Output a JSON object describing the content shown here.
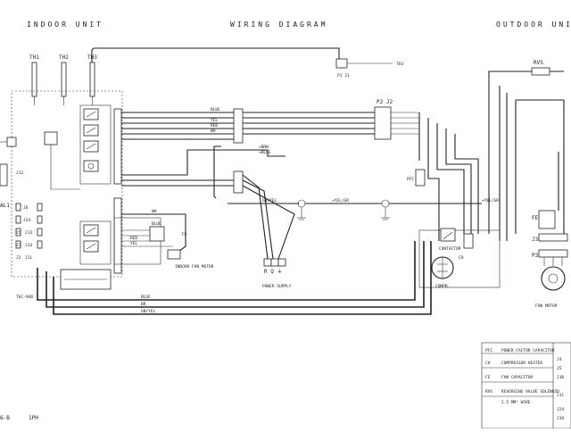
{
  "header": {
    "indoor_unit": "INDOOR UNIT",
    "title": "WIRING DIAGRAM",
    "outdoor_unit": "OUTDOOR UNIT"
  },
  "thermistors": {
    "th1": "TH1",
    "th2": "TH2",
    "th3": "TH3",
    "th3_right": "TH3",
    "p1j1": "P1 J1"
  },
  "indoor": {
    "board": "TAC-940",
    "p2j2": "P2 J2",
    "al1": "AL1",
    "j12": "J12",
    "fan_motor_label": "INDOOR FAN MOTOR",
    "cap_label": "FC",
    "left_j": [
      "J6",
      "J24",
      "J5",
      "J13",
      "J7",
      "J14",
      "J2",
      "J11"
    ]
  },
  "wire_labels": {
    "blue": "BLUE",
    "yel": "YEL",
    "red": "RED",
    "wh": "WH",
    "br": "BR",
    "gn_yel": "GN/YEL",
    "yel_gr": "+YEL/GR",
    "brn": "+BRN",
    "blue_short": "+BLUE"
  },
  "power_supply": {
    "terminals": "R Q ⏚",
    "label": "POWER SUPPLY"
  },
  "outdoor": {
    "rvs": "RVS",
    "pfc": "PFC",
    "fe": "FE",
    "j3": "J3",
    "p3": "P3",
    "contactor": "CONTACTOR",
    "ch_label": "CH",
    "compressor": "COMPR.",
    "fan_motor": "FAN MOTOR"
  },
  "legend": [
    {
      "code": "PFC",
      "desc": "POWER FACTOR CAPACITOR"
    },
    {
      "code": "CH",
      "desc": "COMPRESSOR HEATER"
    },
    {
      "code": "FE",
      "desc": "FAN CAPACITOR"
    },
    {
      "code": "RVS",
      "desc": "REVERSING VALVE SOLENOID"
    },
    {
      "code": "",
      "desc": "2.5 MM² WIRE"
    }
  ],
  "legend_right": [
    "J4",
    "J5",
    "J10",
    "J11",
    "J24",
    "J19"
  ],
  "footer": {
    "model": "6-B",
    "phase": "1PH"
  }
}
